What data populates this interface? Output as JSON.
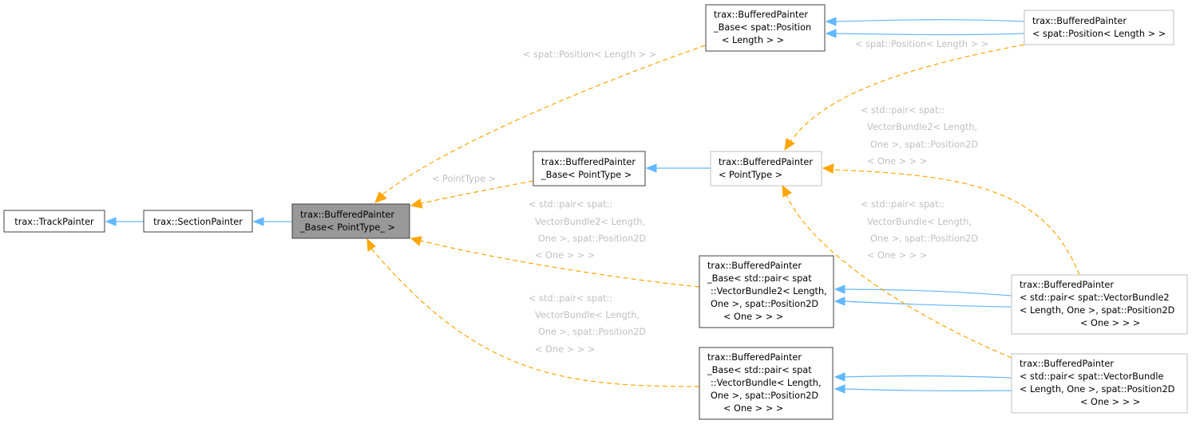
{
  "nodes": {
    "track_painter": [
      "trax::TrackPainter"
    ],
    "section_painter": [
      "trax::SectionPainter"
    ],
    "bp_base_pointtype_": [
      "trax::BufferedPainter",
      "_Base< PointType_ >"
    ],
    "bp_base_pointtype": [
      "trax::BufferedPainter",
      "_Base< PointType >"
    ],
    "bp_pointtype": [
      "trax::BufferedPainter",
      "< PointType >"
    ],
    "bp_base_position": [
      "trax::BufferedPainter",
      "_Base< spat::Position",
      "< Length > >"
    ],
    "bp_position": [
      "trax::BufferedPainter",
      "< spat::Position< Length > >"
    ],
    "bp_base_vb2": [
      "trax::BufferedPainter",
      "_Base< std::pair< spat",
      "::VectorBundle2< Length,",
      "One >, spat::Position2D",
      "< One > > >"
    ],
    "bp_base_vb": [
      "trax::BufferedPainter",
      "_Base< std::pair< spat",
      "::VectorBundle< Length,",
      "One >, spat::Position2D",
      "< One > > >"
    ],
    "bp_vb2": [
      "trax::BufferedPainter",
      "< std::pair< spat::VectorBundle2",
      "< Length, One >, spat::Position2D",
      "< One > > >"
    ],
    "bp_vb": [
      "trax::BufferedPainter",
      "< std::pair< spat::VectorBundle",
      "< Length, One >, spat::Position2D",
      "< One > > >"
    ]
  },
  "edge_labels": {
    "position_to_base": [
      "< spat::Position< Length > >"
    ],
    "position_derived": [
      "< spat::Position< Length > >"
    ],
    "pointtype": [
      "< PointType >"
    ],
    "vb2_upper": [
      "< std::pair< spat::",
      "VectorBundle2< Length,",
      "One >, spat::Position2D",
      "< One > > >"
    ],
    "vb_upper": [
      "< std::pair< spat::",
      "VectorBundle< Length,",
      "One >, spat::Position2D",
      "< One > > >"
    ],
    "vb2_left": [
      "< std::pair< spat::",
      "VectorBundle2< Length,",
      "One >, spat::Position2D",
      "< One > > >"
    ],
    "vb_left": [
      "< std::pair< spat::",
      "VectorBundle< Length,",
      "One >, spat::Position2D",
      "< One > > >"
    ]
  },
  "colors": {
    "inheritance_edge": "#63b8ff",
    "template_edge": "#ffa500",
    "edge_label": "#bfbfbf",
    "focus_node_fill": "#999999"
  }
}
